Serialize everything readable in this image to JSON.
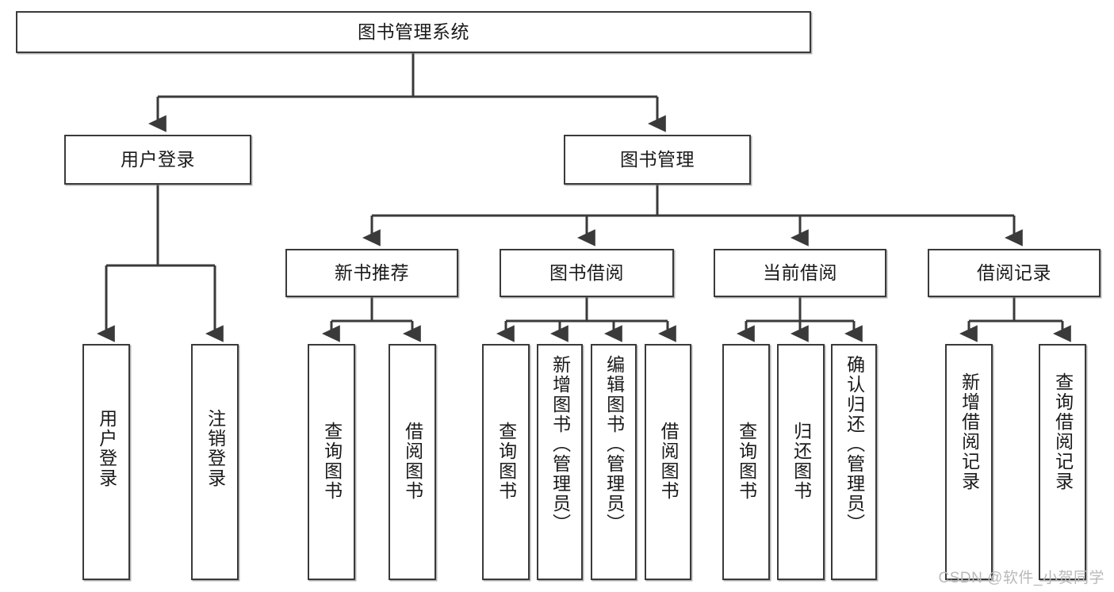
{
  "diagram": {
    "title": "图书管理系统",
    "type": "tree",
    "watermark": "CSDN @软件_小贺同学",
    "root": {
      "label": "图书管理系统"
    },
    "level2": [
      {
        "label": "用户登录"
      },
      {
        "label": "图书管理"
      }
    ],
    "level3": [
      {
        "label": "新书推荐"
      },
      {
        "label": "图书借阅"
      },
      {
        "label": "当前借阅"
      },
      {
        "label": "借阅记录"
      }
    ],
    "leaves": {
      "user_login": [
        {
          "label": "用户登录"
        },
        {
          "label": "注销登录"
        }
      ],
      "new_book": [
        {
          "label": "查询图书"
        },
        {
          "label": "借阅图书"
        }
      ],
      "borrow": [
        {
          "label": "查询图书"
        },
        {
          "label": "新增图书（管理员）"
        },
        {
          "label": "编辑图书（管理员）"
        },
        {
          "label": "借阅图书"
        }
      ],
      "current": [
        {
          "label": "查询图书"
        },
        {
          "label": "归还图书"
        },
        {
          "label": "确认归还（管理员）"
        }
      ],
      "records": [
        {
          "label": "新增借阅记录"
        },
        {
          "label": "查询借阅记录"
        }
      ]
    },
    "colors": {
      "stroke": "#3a3a3a",
      "fill": "#ffffff",
      "text": "#1a1a1a",
      "watermark": "#b9b9b9"
    }
  }
}
